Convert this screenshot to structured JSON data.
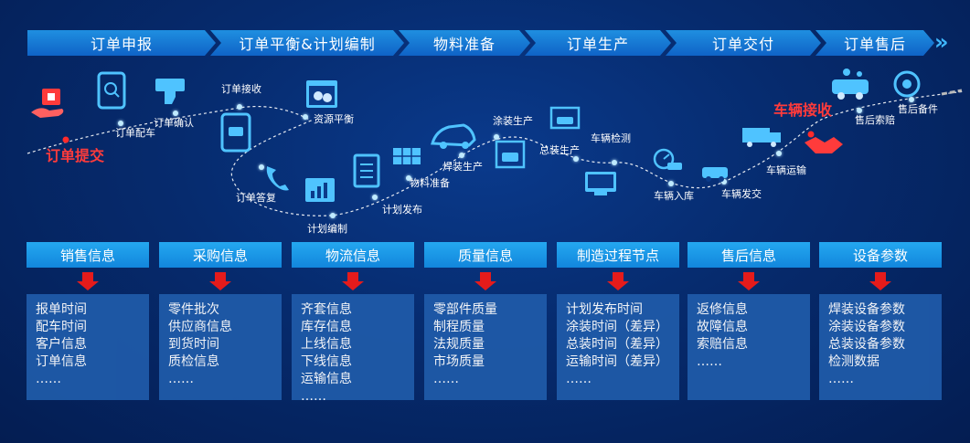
{
  "phases": [
    "订单申报",
    "订单平衡&计划编制",
    "物料准备",
    "订单生产",
    "订单交付",
    "订单售后"
  ],
  "end_arrows": "»",
  "flow": {
    "highlight_start": "订单提交",
    "highlight_end": "车辆接收",
    "nodes": [
      "订单配车",
      "订单确认",
      "订单接收",
      "资源平衡",
      "订单答复",
      "计划编制",
      "计划发布",
      "物料准备",
      "焊装生产",
      "涂装生产",
      "总装生产",
      "车辆检测",
      "车辆入库",
      "车辆发交",
      "车辆运输",
      "售后索赔",
      "售后备件"
    ]
  },
  "categories": [
    {
      "title": "销售信息",
      "items": [
        "报单时间",
        "配车时间",
        "客户信息",
        "订单信息",
        "……"
      ]
    },
    {
      "title": "采购信息",
      "items": [
        "零件批次",
        "供应商信息",
        "到货时间",
        "质检信息",
        "……"
      ]
    },
    {
      "title": "物流信息",
      "items": [
        "齐套信息",
        "库存信息",
        "上线信息",
        "下线信息",
        "运输信息",
        "……"
      ]
    },
    {
      "title": "质量信息",
      "items": [
        "零部件质量",
        "制程质量",
        "法规质量",
        "市场质量",
        "……"
      ]
    },
    {
      "title": "制造过程节点",
      "items": [
        "计划发布时间",
        "涂装时间（差异）",
        "总装时间（差异）",
        "运输时间（差异）",
        "……"
      ]
    },
    {
      "title": "售后信息",
      "items": [
        "返修信息",
        "故障信息",
        "索赔信息",
        "……"
      ]
    },
    {
      "title": "设备参数",
      "items": [
        "焊装设备参数",
        "涂装设备参数",
        "总装设备参数",
        "检测数据",
        "……"
      ]
    }
  ]
}
